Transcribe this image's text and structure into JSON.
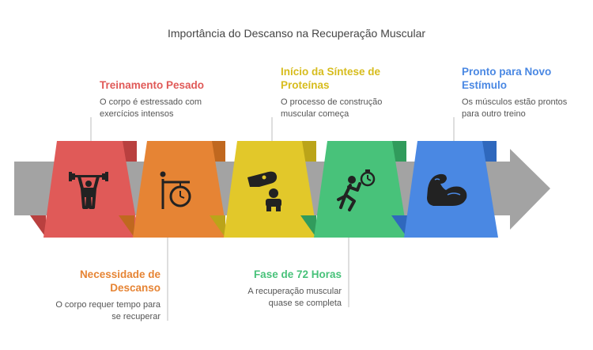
{
  "title": "Importância do Descanso na Recuperação Muscular",
  "colors": {
    "arrow": "#a3a3a3",
    "arrow_dark": "#8c8c8c",
    "connector": "#bdbdbd"
  },
  "steps": [
    {
      "heading": "Treinamento Pesado",
      "description": "O corpo é estressado com exercícios intensos",
      "color": "#e05a58",
      "dark": "#b9403f",
      "icon": "weightlifter-icon",
      "position": "top"
    },
    {
      "heading": "Necessidade de Descanso",
      "description": "O corpo requer tempo para se recuperar",
      "color": "#e68434",
      "dark": "#c0681f",
      "icon": "rest-clock-icon",
      "position": "bottom"
    },
    {
      "heading": "Início da Síntese de Proteínas",
      "description": "O processo de construção muscular começa",
      "color": "#e2c82a",
      "dark": "#bba419",
      "icon": "protein-hand-icon",
      "position": "top"
    },
    {
      "heading": "Fase de 72 Horas",
      "description": "A recuperação muscular quase se completa",
      "color": "#48c27a",
      "dark": "#319b5c",
      "icon": "runner-stopwatch-icon",
      "position": "bottom"
    },
    {
      "heading": "Pronto para Novo Estímulo",
      "description": "Os músculos estão prontos para outro treino",
      "color": "#4a88e3",
      "dark": "#2f68bd",
      "icon": "flexed-arm-icon",
      "position": "top"
    }
  ]
}
